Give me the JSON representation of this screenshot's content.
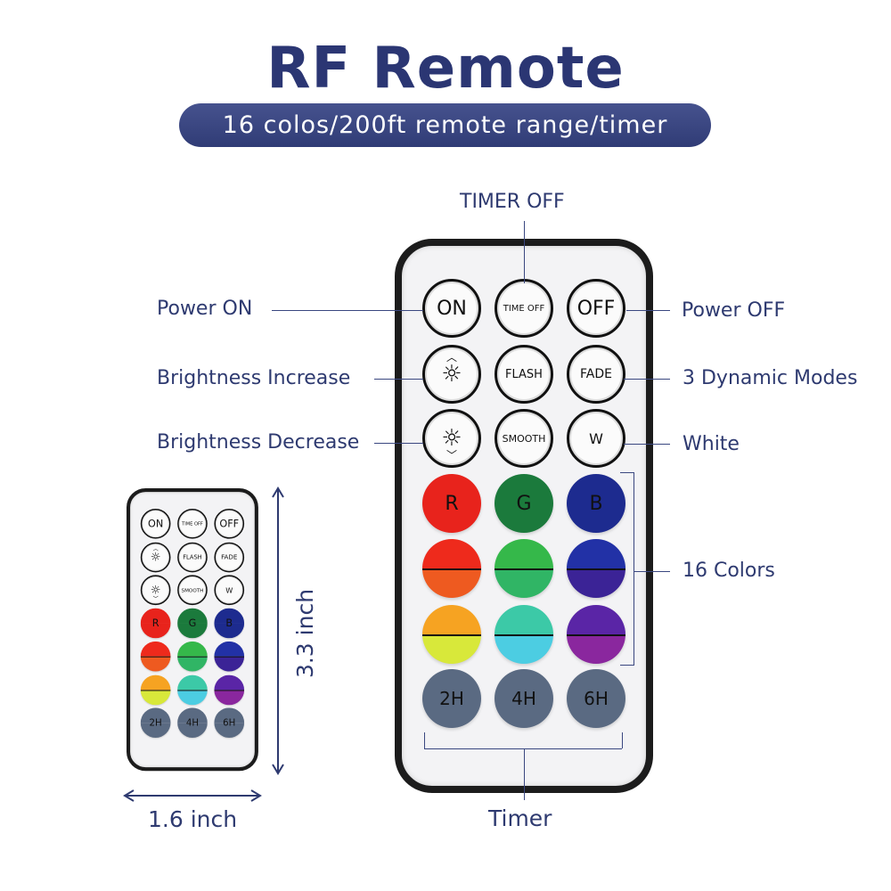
{
  "title": "RF Remote",
  "subtitle": "16 colos/200ft remote range/timer",
  "labels": {
    "timer_off": "TIMER OFF",
    "power_on": "Power ON",
    "power_off": "Power OFF",
    "brightness_increase": "Brightness Increase",
    "dynamic_modes": "3 Dynamic Modes",
    "brightness_decrease": "Brightness Decrease",
    "white": "White",
    "colors": "16 Colors",
    "timer": "Timer"
  },
  "dimensions": {
    "height": "3.3 inch",
    "width": "1.6 inch"
  },
  "remote": {
    "buttons": [
      {
        "name": "on",
        "label": "ON",
        "type": "white",
        "size": 22
      },
      {
        "name": "timer-off",
        "label": "TIME OFF",
        "type": "white",
        "size": 10
      },
      {
        "name": "off",
        "label": "OFF",
        "type": "white",
        "size": 22
      },
      {
        "name": "brightness-up",
        "label": "☼",
        "icon": "brightness-up-icon",
        "type": "white",
        "size": 26,
        "chev": "^"
      },
      {
        "name": "flash",
        "label": "FLASH",
        "type": "white",
        "size": 13
      },
      {
        "name": "fade",
        "label": "FADE",
        "type": "white",
        "size": 14
      },
      {
        "name": "brightness-down",
        "label": "☼",
        "icon": "brightness-down-icon",
        "type": "white",
        "size": 26,
        "chev": "v"
      },
      {
        "name": "smooth",
        "label": "SMOOTH",
        "type": "white",
        "size": 11
      },
      {
        "name": "w",
        "label": "W",
        "type": "white",
        "size": 16
      },
      {
        "name": "red",
        "label": "R",
        "type": "color",
        "top": "#e8231c",
        "bottom": "#e8231c",
        "size": 22
      },
      {
        "name": "green",
        "label": "G",
        "type": "color",
        "top": "#1b7a3c",
        "bottom": "#1b7a3c",
        "size": 22
      },
      {
        "name": "blue",
        "label": "B",
        "type": "color",
        "top": "#1d2b8f",
        "bottom": "#1d2b8f",
        "size": 22
      },
      {
        "name": "red-orange",
        "label": "",
        "type": "color",
        "top": "#ee2a1c",
        "bottom": "#ee5a20"
      },
      {
        "name": "light-green",
        "label": "",
        "type": "color",
        "top": "#35b84a",
        "bottom": "#30b565"
      },
      {
        "name": "blue-indigo",
        "label": "",
        "type": "color",
        "top": "#2231a6",
        "bottom": "#3b2396"
      },
      {
        "name": "orange-yellow",
        "label": "",
        "type": "color",
        "top": "#f6a322",
        "bottom": "#d8e83a"
      },
      {
        "name": "teal-cyan",
        "label": "",
        "type": "color",
        "top": "#3cc9a7",
        "bottom": "#4ccde2"
      },
      {
        "name": "purple-magenta",
        "label": "",
        "type": "color",
        "top": "#5a25a6",
        "bottom": "#8a279e"
      },
      {
        "name": "2h",
        "label": "2H",
        "type": "color",
        "top": "#5a6a82",
        "bottom": "#5a6a82",
        "size": 20
      },
      {
        "name": "4h",
        "label": "4H",
        "type": "color",
        "top": "#5a6a82",
        "bottom": "#5a6a82",
        "size": 20
      },
      {
        "name": "6h",
        "label": "6H",
        "type": "color",
        "top": "#5a6a82",
        "bottom": "#5a6a82",
        "size": 20
      }
    ]
  }
}
